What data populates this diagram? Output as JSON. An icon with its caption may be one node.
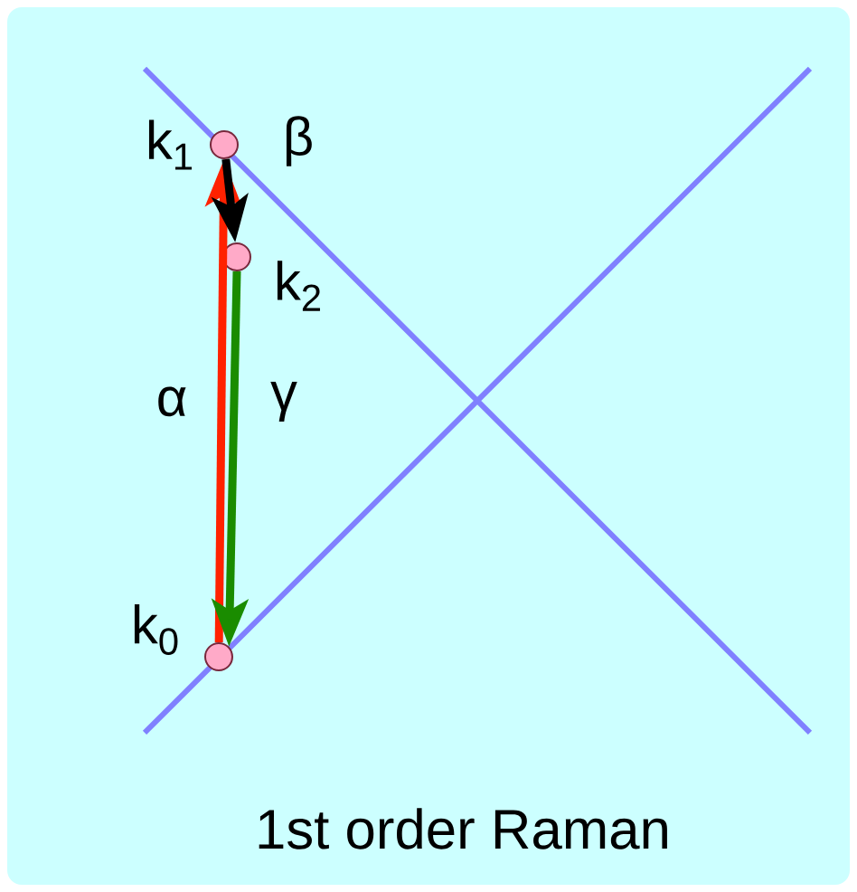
{
  "diagram": {
    "caption": "1st order Raman",
    "nodes": [
      {
        "text": [],
        "shape": "circle",
        "beside": [
          "k$_{1}$"
        ]
      },
      {
        "text": [],
        "shape": "circle",
        "beside": [
          "k$_{2}$"
        ]
      },
      {
        "text": [],
        "shape": "circle",
        "beside": [
          "k$_{0}$"
        ]
      }
    ],
    "edges": [
      {
        "from": 2,
        "to": 0,
        "arrow": "to",
        "label": "α",
        "color": "#ff2200"
      },
      {
        "from": 0,
        "to": 1,
        "arrow": "to",
        "label": "β",
        "color": "#000000"
      },
      {
        "from": 1,
        "to": 2,
        "arrow": "to",
        "label": "γ",
        "color": "#1a8c00"
      }
    ]
  }
}
